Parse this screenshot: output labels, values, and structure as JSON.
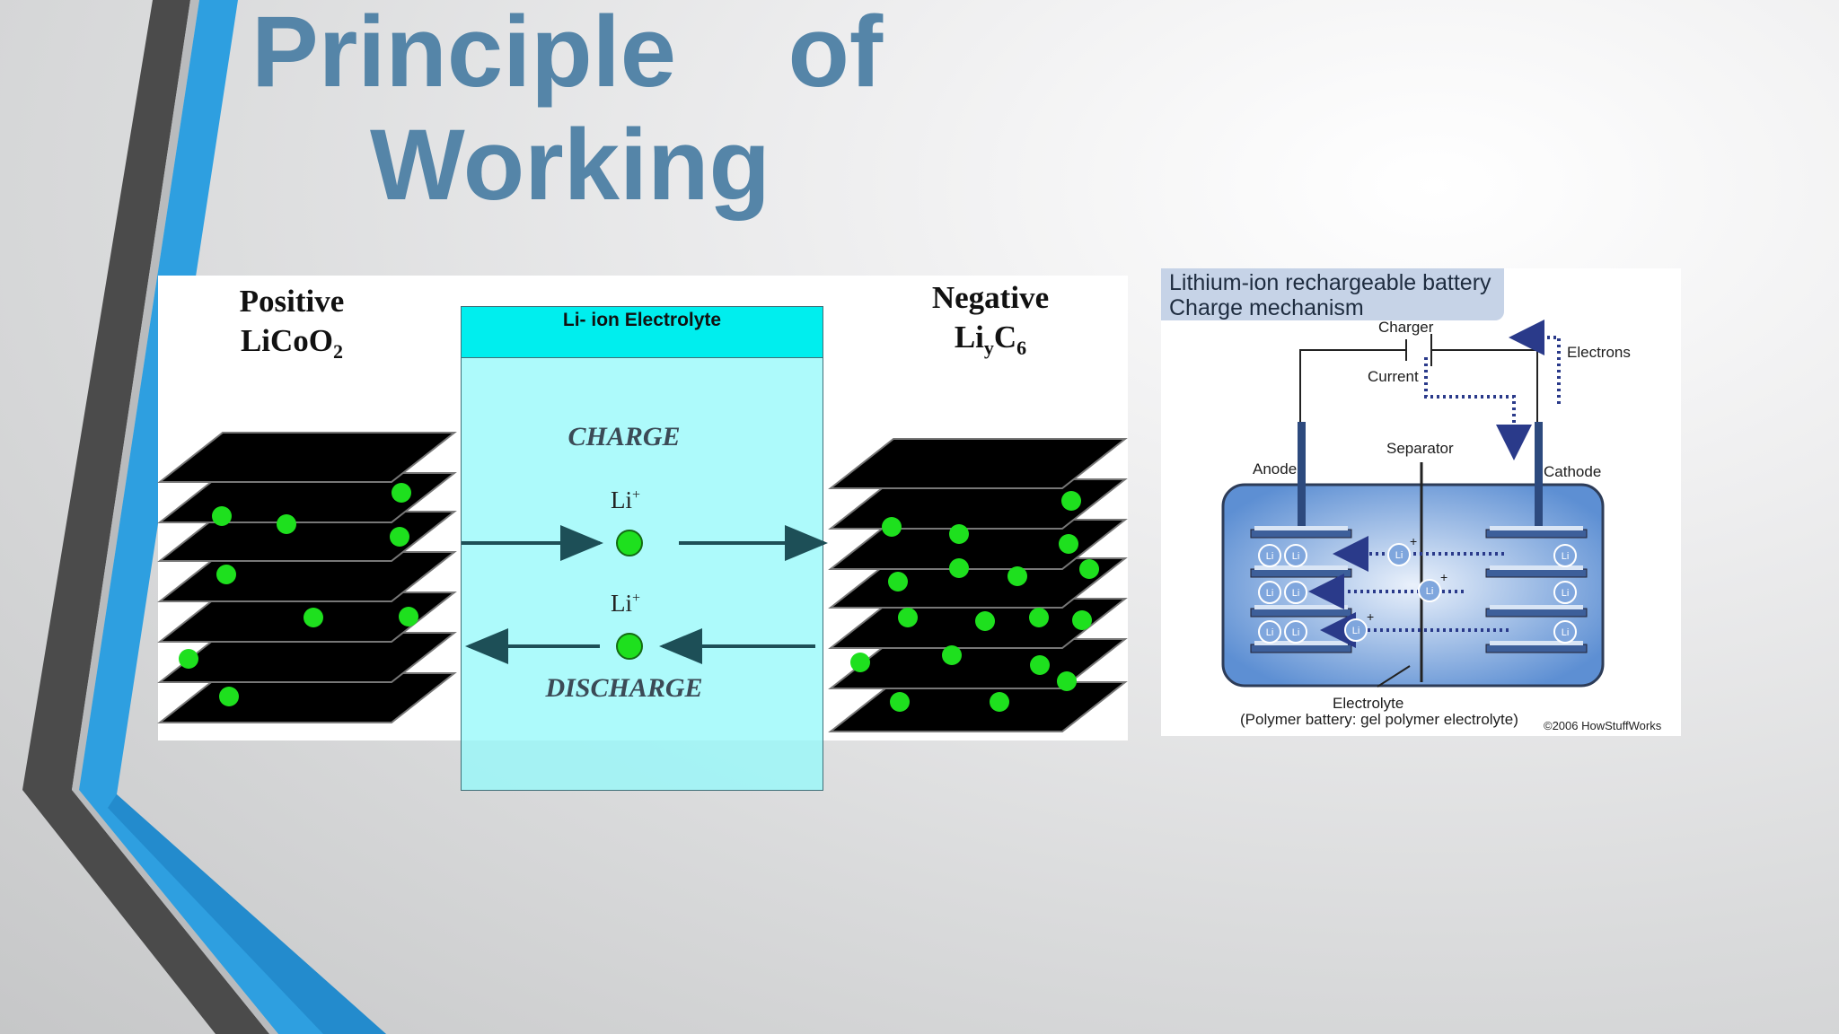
{
  "slide": {
    "title_line1": "Principle    of",
    "title_line2": "Working"
  },
  "left_diagram": {
    "positive_label": "Positive",
    "positive_formula": "LiCoO",
    "positive_sub": "2",
    "negative_label": "Negative",
    "negative_formula_li": "Li",
    "negative_formula_y": "y",
    "negative_formula_c": "C",
    "negative_formula_6": "6",
    "electrolyte_label": "Li- ion Electrolyte",
    "charge_label": "CHARGE",
    "discharge_label": "DISCHARGE",
    "li_ion": "Li",
    "li_charge": "+"
  },
  "right_diagram": {
    "title_line1": "Lithium-ion rechargeable battery",
    "title_line2": "Charge mechanism",
    "charger": "Charger",
    "current": "Current",
    "electrons": "Electrons",
    "separator": "Separator",
    "anode": "Anode",
    "cathode": "Cathode",
    "electrolyte": "Electrolyte",
    "electrolyte_note": "(Polymer battery: gel polymer electrolyte)",
    "credit": "©2006 HowStuffWorks",
    "ion_label": "Li",
    "ion_charge": "+"
  },
  "colors": {
    "title": "#5585a8",
    "accent_blue": "#2e9fe0",
    "dark_gray": "#4a4a4a",
    "ion_green": "#1ee01e",
    "electrolyte": "#96f8fa"
  }
}
